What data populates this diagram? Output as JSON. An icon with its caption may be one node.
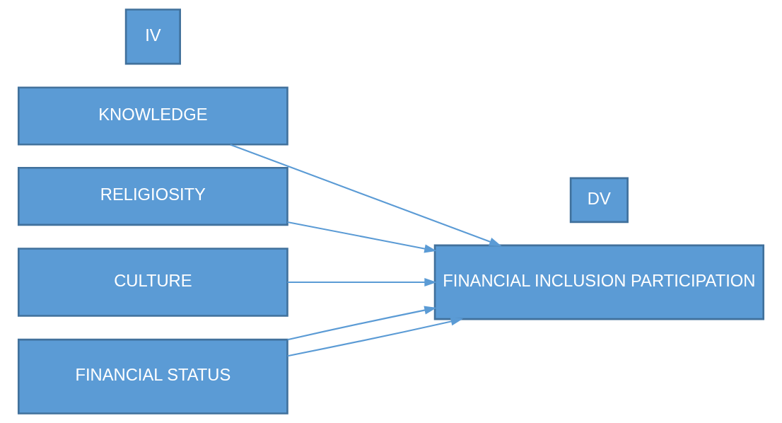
{
  "diagram": {
    "nodes": [
      {
        "text": [
          "IV"
        ]
      },
      {
        "text": [
          "KNOWLEDGE"
        ]
      },
      {
        "text": [
          "RELIGIOSITY"
        ]
      },
      {
        "text": [
          "CULTURE"
        ]
      },
      {
        "text": [
          "FINANCIAL STATUS"
        ]
      },
      {
        "text": [
          "DV"
        ]
      },
      {
        "text": [
          "FINANCIAL INCLUSION PARTICIPATION"
        ]
      }
    ],
    "edges": [
      {
        "from": 1,
        "to": 6,
        "arrow": "to"
      },
      {
        "from": 2,
        "to": 6,
        "arrow": "to"
      },
      {
        "from": 3,
        "to": 6,
        "arrow": "to"
      },
      {
        "from": 4,
        "to": 6,
        "arrow": "to"
      },
      {
        "from": 4,
        "to": 6,
        "arrow": "to"
      }
    ]
  }
}
